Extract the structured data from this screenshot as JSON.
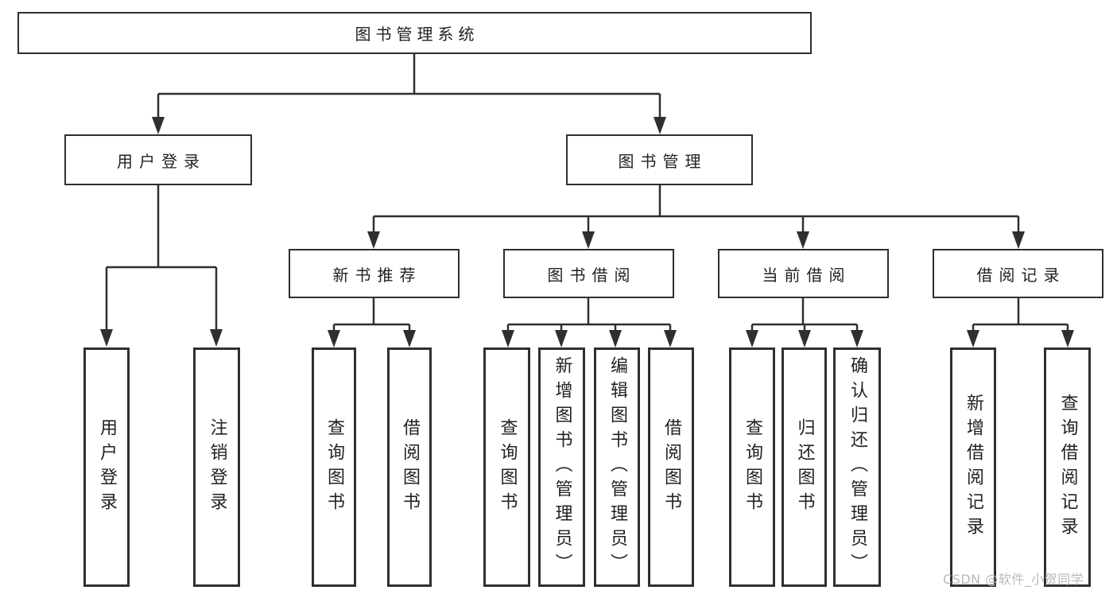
{
  "diagram": {
    "root": "图书管理系统",
    "level2": {
      "user_login": "用户登录",
      "book_mgmt": "图书管理"
    },
    "level3": {
      "new_books": "新书推荐",
      "book_borrow": "图书借阅",
      "current_borrow": "当前借阅",
      "borrow_records": "借阅记录"
    },
    "leaves": {
      "user_login_leaf": "用户登录",
      "logout_leaf": "注销登录",
      "nb_query": "查询图书",
      "nb_borrow": "借阅图书",
      "bb_query": "查询图书",
      "bb_add": "新增图书（管理员）",
      "bb_edit": "编辑图书（管理员）",
      "bb_borrow": "借阅图书",
      "cb_query": "查询图书",
      "cb_return": "归还图书",
      "cb_confirm": "确认归还（管理员）",
      "br_add": "新增借阅记录",
      "br_query": "查询借阅记录"
    }
  },
  "watermark": {
    "text": "CSDN @软件_小贺同学"
  },
  "colors": {
    "line": "#2f2f2f",
    "text": "#222222",
    "box_fill": "#ffffff",
    "watermark": "#b9b9b9",
    "background": "#ffffff"
  }
}
